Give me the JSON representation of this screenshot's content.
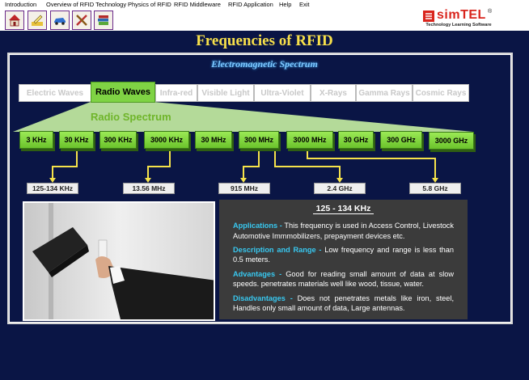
{
  "menu": [
    "Introduction",
    "Overview of RFID Technology",
    "Physics of RFID",
    "RFID Middleware",
    "RFID Application",
    "Help",
    "Exit"
  ],
  "toolbar_icons": [
    "home-icon",
    "pen-icon",
    "car-icon",
    "tools-icon",
    "books-icon"
  ],
  "logo": {
    "brand": "simTEL",
    "tagline": "Technology Learning Software",
    "mark": "®"
  },
  "title": "Frequencies of RFID",
  "subtitle": "Electromagnetic Spectrum",
  "waves": [
    "Electric Waves",
    "Radio Waves",
    "Infra-red",
    "Visible Light",
    "Ultra-Violet",
    "X-Rays",
    "Gamma Rays",
    "Cosmic Rays"
  ],
  "active_wave": "Radio Waves",
  "spectrum_title": "Radio Spectrum",
  "frequencies": [
    "3 KHz",
    "30 KHz",
    "300 KHz",
    "3000 KHz",
    "30 MHz",
    "300 MHz",
    "3000 MHz",
    "30 GHz",
    "300 GHz",
    "3000 GHz"
  ],
  "bands": [
    "125-134 KHz",
    "13.56 MHz",
    "915 MHz",
    "2.4 GHz",
    "5.8 GHz"
  ],
  "info": {
    "title": "125 - 134 KHz",
    "applications_label": "Applications  -",
    "applications_text": " This frequency is used in Access Control, Livestock Automotive Immmobilizers, prepayment devices etc.",
    "description_label": "Description and Range -",
    "description_text": " Low frequency and range is less than 0.5 meters.",
    "advantages_label": "Advantages -",
    "advantages_text": " Good for reading small amount of data at slow speeds. penetrates materials well like wood, tissue, water.",
    "disadvantages_label": "Disadvantages -",
    "disadvantages_text": " Does not penetrates metals like iron, steel, Handles  only small amount of data, Large antennas."
  },
  "colors": {
    "background": "#0a1545",
    "title": "#f7e04a",
    "accent_green": "#7fd344",
    "label_blue": "#38c8f0",
    "info_bg": "#3b3b3b",
    "logo_red": "#d9251d"
  }
}
